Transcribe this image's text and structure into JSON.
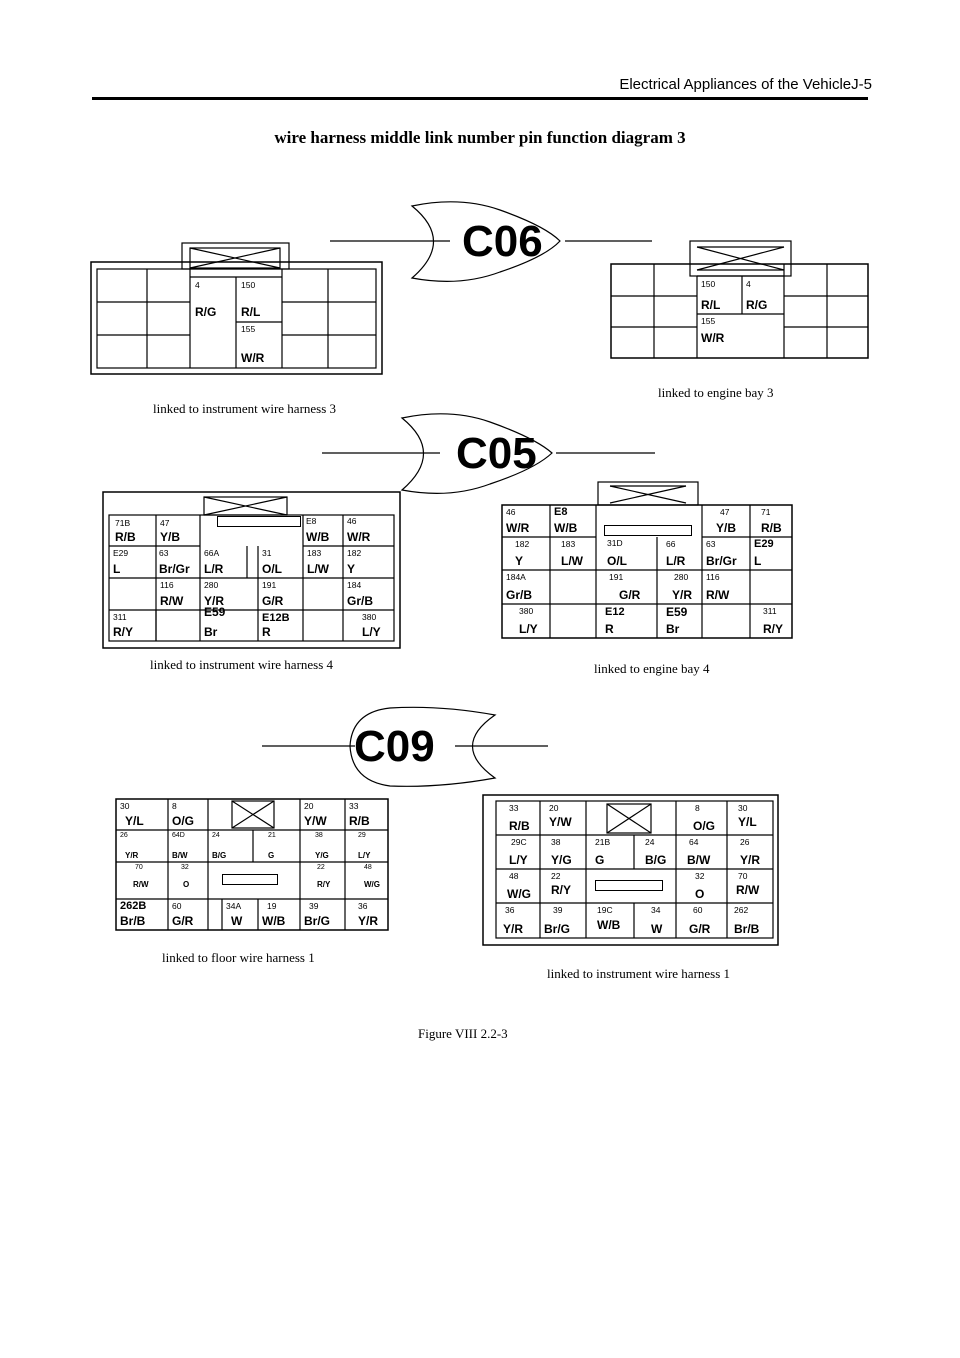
{
  "header": {
    "text": "Electrical Appliances of the VehicleJ-5"
  },
  "title": "wire harness middle link number pin function diagram 3",
  "figure_caption": "Figure VIII  2.2-3",
  "connectors": {
    "c06": {
      "label": "C06",
      "left": {
        "caption": "linked to instrument wire harness 3",
        "pins": [
          {
            "num": "4",
            "code": "R/G"
          },
          {
            "num": "150",
            "code": "R/L"
          },
          {
            "num": "155",
            "code": "W/R"
          }
        ]
      },
      "right": {
        "caption": "linked to engine bay  3",
        "pins": [
          {
            "num": "150",
            "code": "R/L"
          },
          {
            "num": "4",
            "code": "R/G"
          },
          {
            "num": "155",
            "code": "W/R"
          }
        ]
      }
    },
    "c05": {
      "label": "C05",
      "left": {
        "caption": "linked to instrument wire harness 4",
        "pins": [
          {
            "num": "71B",
            "code": "R/B"
          },
          {
            "num": "47",
            "code": "Y/B"
          },
          {
            "num": "E8",
            "code": "W/B"
          },
          {
            "num": "46",
            "code": "W/R"
          },
          {
            "num": "E29",
            "code": "L"
          },
          {
            "num": "63",
            "code": "Br/Gr"
          },
          {
            "num": "66A",
            "code": "L/R"
          },
          {
            "num": "31",
            "code": "O/L"
          },
          {
            "num": "183",
            "code": "L/W"
          },
          {
            "num": "182",
            "code": "Y"
          },
          {
            "num": "116",
            "code": "R/W"
          },
          {
            "num": "280",
            "code": "Y/R"
          },
          {
            "num": "191",
            "code": "G/R"
          },
          {
            "num": "184",
            "code": "Gr/B"
          },
          {
            "num": "311",
            "code": "R/Y"
          },
          {
            "num": "E59",
            "code": "Br"
          },
          {
            "num": "E12B",
            "code": "R"
          },
          {
            "num": "380",
            "code": "L/Y"
          }
        ]
      },
      "right": {
        "caption": "linked to engine bay  4",
        "pins": [
          {
            "num": "46",
            "code": "W/R"
          },
          {
            "num": "E8",
            "code": "W/B"
          },
          {
            "num": "47",
            "code": "Y/B"
          },
          {
            "num": "71",
            "code": "R/B"
          },
          {
            "num": "182",
            "code": "Y"
          },
          {
            "num": "183",
            "code": "L/W"
          },
          {
            "num": "31D",
            "code": "O/L"
          },
          {
            "num": "66",
            "code": "L/R"
          },
          {
            "num": "63",
            "code": "Br/Gr"
          },
          {
            "num": "E29",
            "code": "L"
          },
          {
            "num": "184A",
            "code": "Gr/B"
          },
          {
            "num": "191",
            "code": "G/R"
          },
          {
            "num": "280",
            "code": "Y/R"
          },
          {
            "num": "116",
            "code": "R/W"
          },
          {
            "num": "380",
            "code": "L/Y"
          },
          {
            "num": "E12",
            "code": "R"
          },
          {
            "num": "E59",
            "code": "Br"
          },
          {
            "num": "311",
            "code": "R/Y"
          }
        ]
      }
    },
    "c09": {
      "label": "C09",
      "left": {
        "caption": "linked to floor wire harness  1",
        "pins": [
          {
            "num": "30",
            "code": "Y/L"
          },
          {
            "num": "8",
            "code": "O/G"
          },
          {
            "num": "20",
            "code": "Y/W"
          },
          {
            "num": "33",
            "code": "R/B"
          },
          {
            "num": "26",
            "code": "Y/R"
          },
          {
            "num": "64D",
            "code": "B/W"
          },
          {
            "num": "24",
            "code": "B/G"
          },
          {
            "num": "21",
            "code": "G"
          },
          {
            "num": "38",
            "code": "Y/G"
          },
          {
            "num": "29",
            "code": "L/Y"
          },
          {
            "num": "70",
            "code": "R/W"
          },
          {
            "num": "32",
            "code": "O"
          },
          {
            "num": "22",
            "code": "R/Y"
          },
          {
            "num": "48",
            "code": "W/G"
          },
          {
            "num": "262B",
            "code": "Br/B"
          },
          {
            "num": "60",
            "code": "G/R"
          },
          {
            "num": "34A",
            "code": "W"
          },
          {
            "num": "19",
            "code": "W/B"
          },
          {
            "num": "39",
            "code": "Br/G"
          },
          {
            "num": "36",
            "code": "Y/R"
          }
        ]
      },
      "right": {
        "caption": "linked to instrument wire harness  1",
        "pins": [
          {
            "num": "33",
            "code": "R/B"
          },
          {
            "num": "20",
            "code": "Y/W"
          },
          {
            "num": "8",
            "code": "O/G"
          },
          {
            "num": "30",
            "code": "Y/L"
          },
          {
            "num": "29C",
            "code": "L/Y"
          },
          {
            "num": "38",
            "code": "Y/G"
          },
          {
            "num": "21B",
            "code": "G"
          },
          {
            "num": "24",
            "code": "B/G"
          },
          {
            "num": "64",
            "code": "B/W"
          },
          {
            "num": "26",
            "code": "Y/R"
          },
          {
            "num": "48",
            "code": "W/G"
          },
          {
            "num": "22",
            "code": "R/Y"
          },
          {
            "num": "32",
            "code": "O"
          },
          {
            "num": "70",
            "code": "R/W"
          },
          {
            "num": "36",
            "code": "Y/R"
          },
          {
            "num": "39",
            "code": "Br/G"
          },
          {
            "num": "19C",
            "code": "W/B"
          },
          {
            "num": "34",
            "code": "W"
          },
          {
            "num": "60",
            "code": "G/R"
          },
          {
            "num": "262",
            "code": "Br/B"
          }
        ]
      }
    }
  }
}
